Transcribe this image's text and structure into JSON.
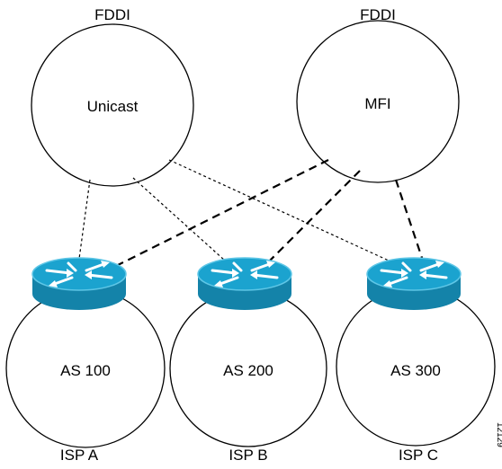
{
  "top_clouds": [
    {
      "id": "unicast",
      "medium_label": "FDDI",
      "name": "Unicast"
    },
    {
      "id": "mfi",
      "medium_label": "FDDI",
      "name": "MFI"
    }
  ],
  "autonomous_systems": [
    {
      "id": "as100",
      "name": "AS 100",
      "isp": "ISP A"
    },
    {
      "id": "as200",
      "name": "AS 200",
      "isp": "ISP B"
    },
    {
      "id": "as300",
      "name": "AS 300",
      "isp": "ISP C"
    }
  ],
  "links": {
    "unicast_style": "dotted",
    "multicast_style": "dashed"
  },
  "figure_id": "12129",
  "colors": {
    "router_top": "#1ba3cf",
    "router_side": "#1483a9",
    "router_rim": "#5ec6e6",
    "line": "#000000"
  }
}
